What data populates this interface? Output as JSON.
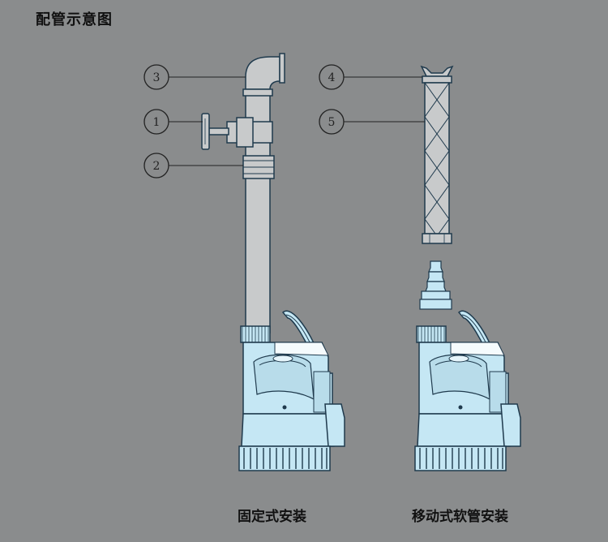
{
  "title": "配管示意图",
  "callouts": [
    "1",
    "2",
    "3",
    "4",
    "5"
  ],
  "captions": {
    "fixed": "固定式安装",
    "mobile": "移动式软管安装"
  },
  "colors": {
    "background": "#8a8c8d",
    "pump": "#c5e7f4",
    "pipe": "#c8cacb",
    "outline": "#1f3a4d"
  }
}
